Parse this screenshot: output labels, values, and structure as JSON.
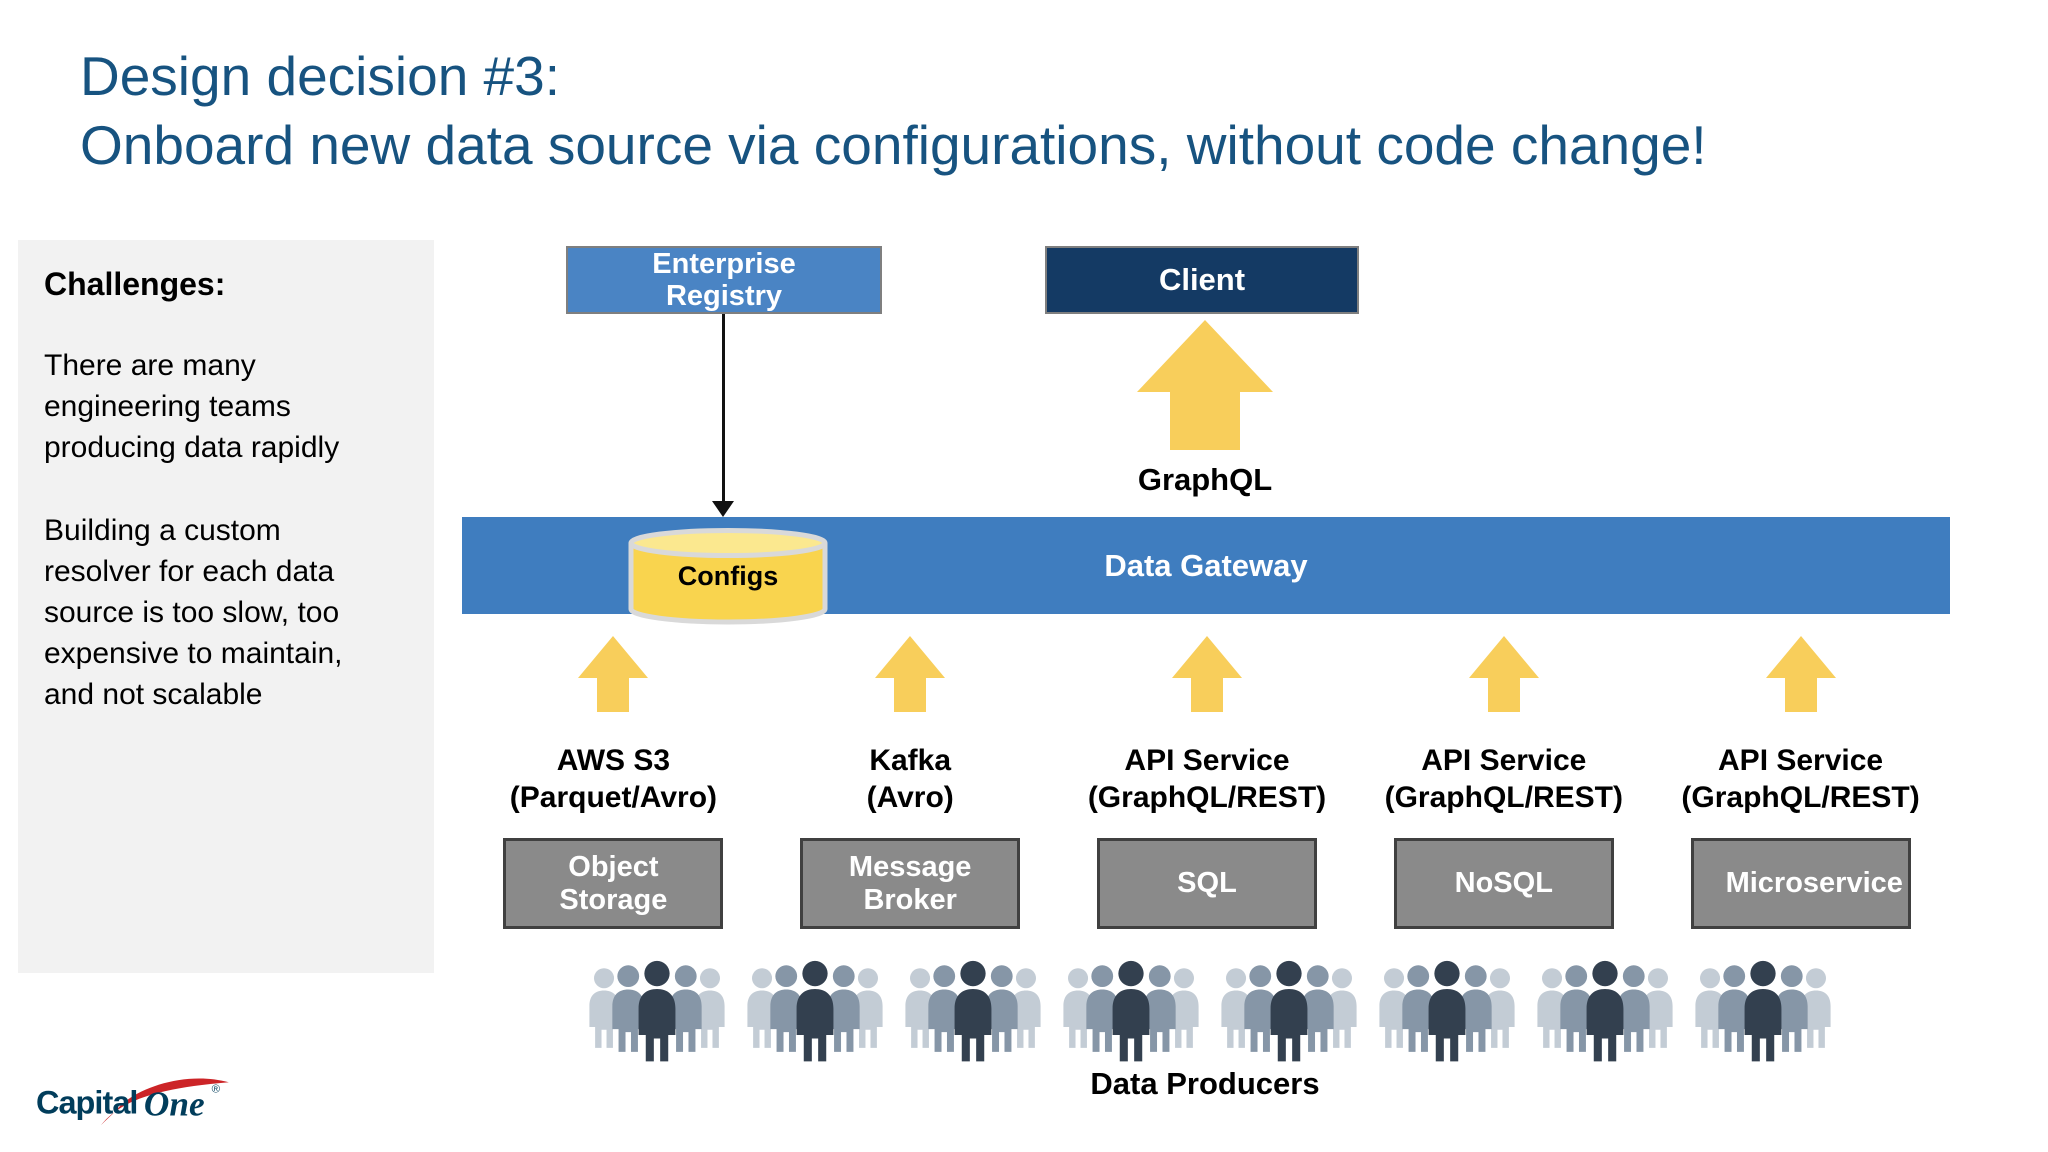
{
  "title": {
    "line1": "Design decision #3:",
    "line2": "Onboard new data source via configurations, without code change!"
  },
  "challenges": {
    "heading": "Challenges:",
    "para1": "There are many engineering teams producing data rapidly",
    "para2": "Building a custom resolver for each data source is too slow, too expensive to maintain, and not scalable"
  },
  "diagram": {
    "enterprise_registry_label": "Enterprise Registry",
    "client_label": "Client",
    "graphql_label": "GraphQL",
    "gateway_label": "Data Gateway",
    "configs_label": "Configs",
    "producers_label": "Data Producers",
    "people_group_count": 8,
    "columns": [
      {
        "source_line1": "AWS S3",
        "source_line2": "(Parquet/Avro)",
        "system": "Object Storage"
      },
      {
        "source_line1": "Kafka",
        "source_line2": "(Avro)",
        "system": "Message Broker"
      },
      {
        "source_line1": "API Service",
        "source_line2": "(GraphQL/REST)",
        "system": "SQL"
      },
      {
        "source_line1": "API Service",
        "source_line2": "(GraphQL/REST)",
        "system": "NoSQL"
      },
      {
        "source_line1": "API Service",
        "source_line2": "(GraphQL/REST)",
        "system": "Microservice"
      }
    ]
  },
  "branding": {
    "wordmark_part1": "Capital",
    "wordmark_part2": "One",
    "registered_mark": "®"
  },
  "colors": {
    "title_blue": "#175380",
    "panel_gray": "#F2F2F2",
    "registry_blue": "#4A84C4",
    "client_navy": "#143A64",
    "gateway_blue": "#3F7DBF",
    "arrow_yellow": "#F8CE5B",
    "cylinder_yellow": "#F9D44E",
    "cylinder_top_yellow": "#FBE88F",
    "system_box_gray": "#8A8A8A",
    "people_light": "#C3CCD5",
    "people_medium": "#8696A7",
    "people_dark": "#33404F",
    "logo_blue": "#013D5B",
    "logo_red": "#CC2427"
  }
}
